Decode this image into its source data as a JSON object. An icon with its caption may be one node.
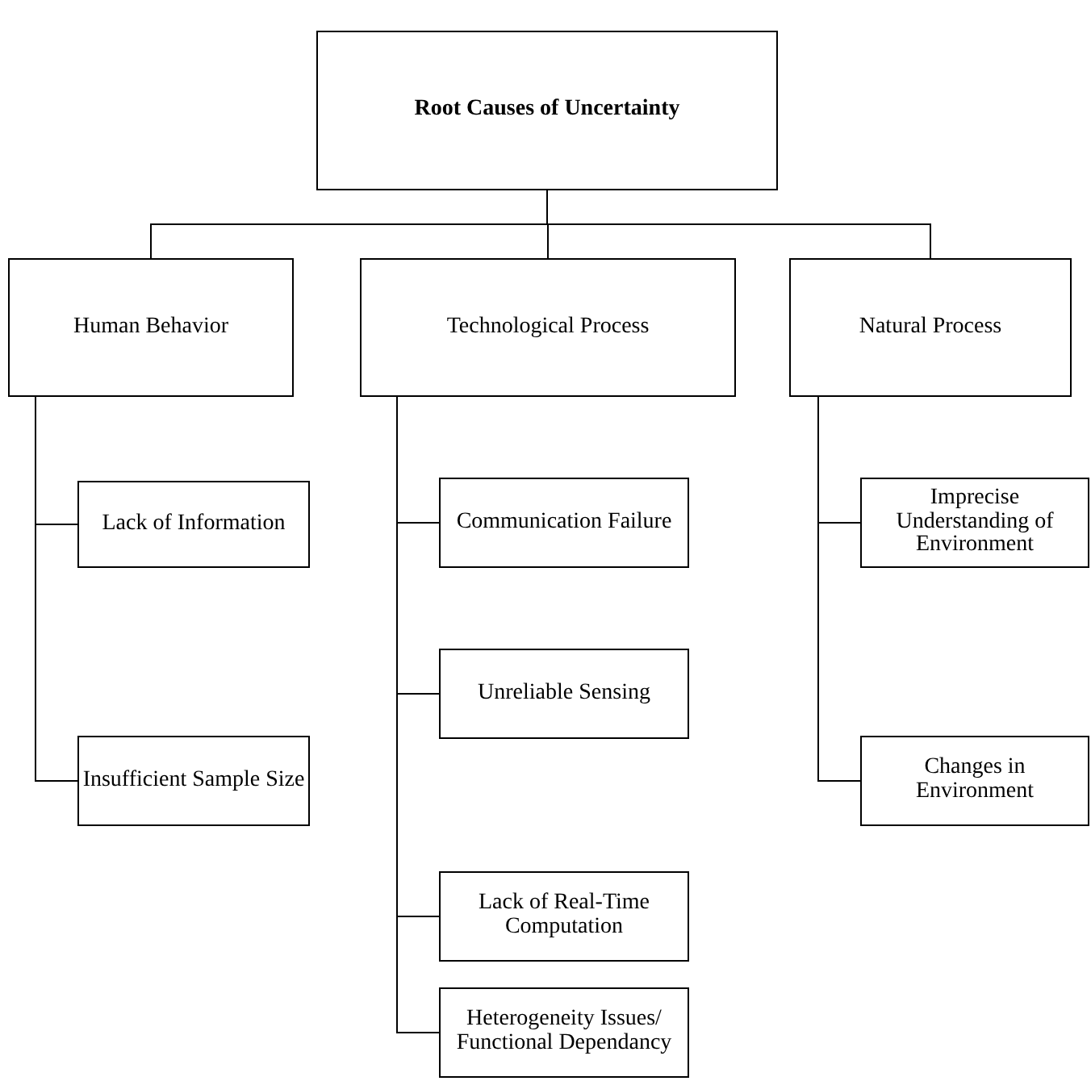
{
  "diagram": {
    "nodes": [
      {
        "text": [
          "Root Causes of Uncertainty"
        ]
      },
      {
        "text": [
          "Human Behavior"
        ]
      },
      {
        "text": [
          "Technological Process"
        ]
      },
      {
        "text": [
          "Natural Process"
        ]
      },
      {
        "text": [
          "Lack of Information"
        ]
      },
      {
        "text": [
          "Insufficient Sample Size"
        ]
      },
      {
        "text": [
          "Communication Failure"
        ]
      },
      {
        "text": [
          "Unreliable Sensing"
        ]
      },
      {
        "text": [
          "Lack of Real-Time Computation"
        ]
      },
      {
        "text": [
          "Heterogeneity Issues/ Functional Dependancy"
        ]
      },
      {
        "text": [
          "Imprecise Understanding of Environment"
        ]
      },
      {
        "text": [
          "Changes in Environment"
        ]
      }
    ],
    "edges": [
      {
        "from": 0,
        "to": 1,
        "arrow": "none"
      },
      {
        "from": 0,
        "to": 2,
        "arrow": "none"
      },
      {
        "from": 0,
        "to": 3,
        "arrow": "none"
      },
      {
        "from": 1,
        "to": 4,
        "arrow": "none"
      },
      {
        "from": 1,
        "to": 5,
        "arrow": "none"
      },
      {
        "from": 2,
        "to": 6,
        "arrow": "none"
      },
      {
        "from": 2,
        "to": 7,
        "arrow": "none"
      },
      {
        "from": 2,
        "to": 8,
        "arrow": "none"
      },
      {
        "from": 2,
        "to": 9,
        "arrow": "none"
      },
      {
        "from": 3,
        "to": 10,
        "arrow": "none"
      },
      {
        "from": 3,
        "to": 11,
        "arrow": "none"
      }
    ]
  }
}
